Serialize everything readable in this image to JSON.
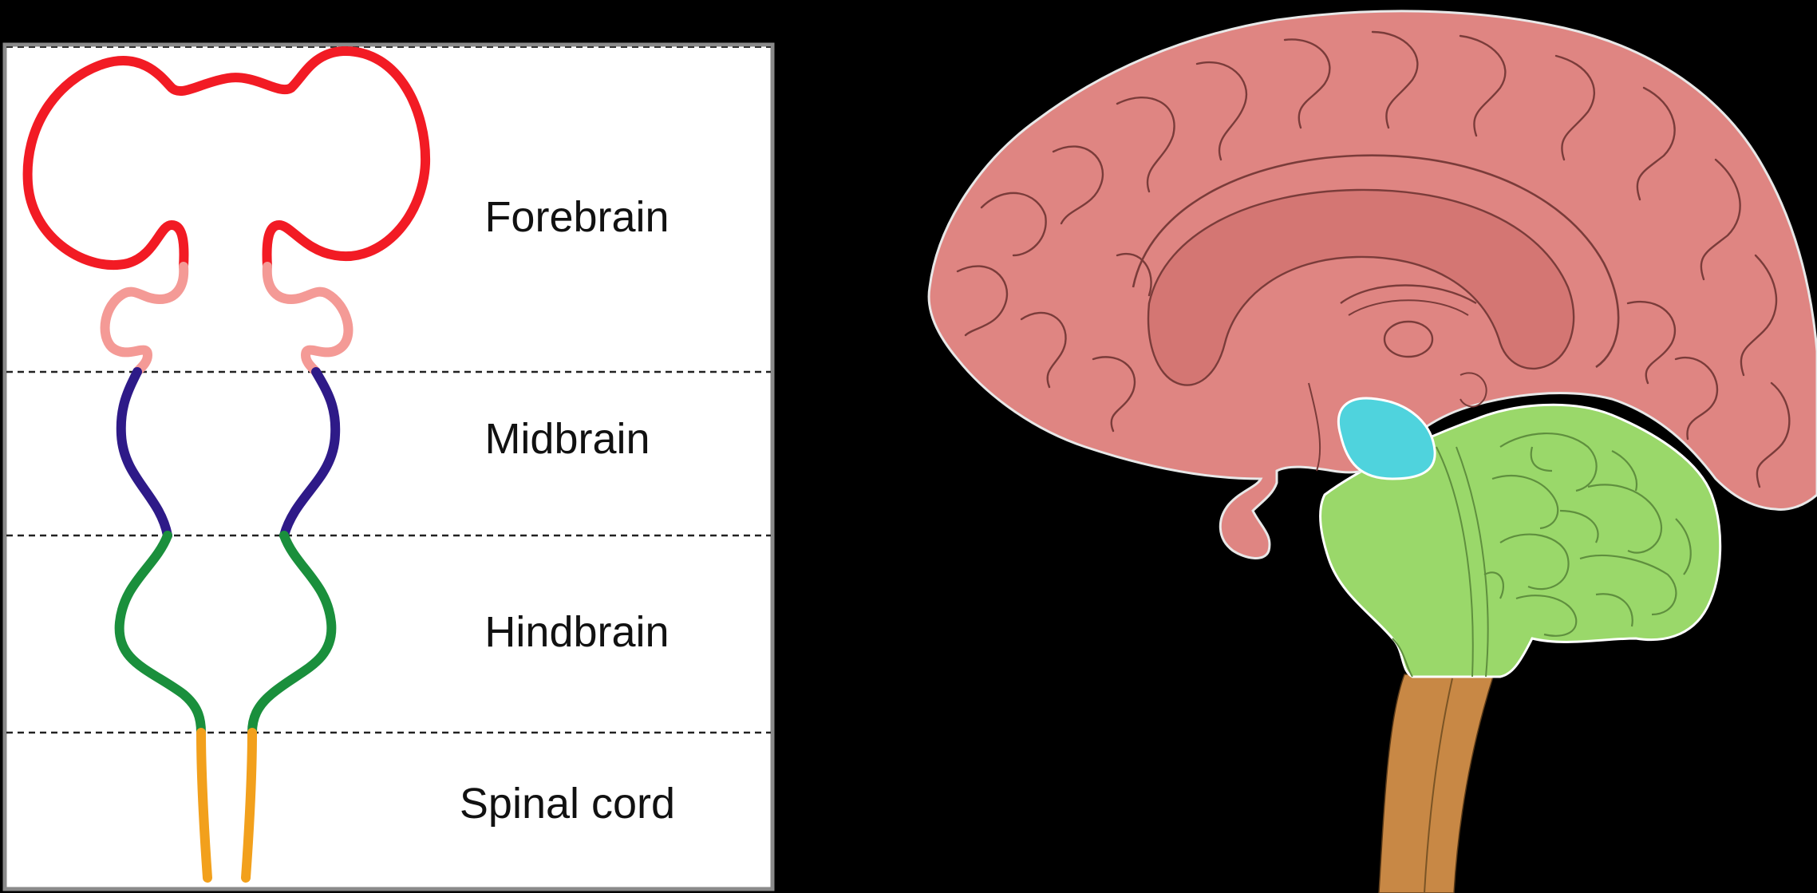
{
  "background": "#000000",
  "embryo_panel": {
    "regions": [
      {
        "id": "forebrain",
        "label": "Forebrain",
        "color": "#f21b24",
        "secondary_color": "#f49a96"
      },
      {
        "id": "midbrain",
        "label": "Midbrain",
        "color": "#2e1a88"
      },
      {
        "id": "hindbrain",
        "label": "Hindbrain",
        "color": "#1a8f3c"
      },
      {
        "id": "spinal-cord",
        "label": "Spinal cord",
        "color": "#f2a01c"
      }
    ]
  },
  "adult_brain_panel": {
    "colors": {
      "cerebrum": "#df8582",
      "cerebrum_outline": "#8c4a48",
      "midbrain": "#4fd3dd",
      "hindbrain": "#9ad86a",
      "spinal_cord": "#c88845"
    }
  }
}
